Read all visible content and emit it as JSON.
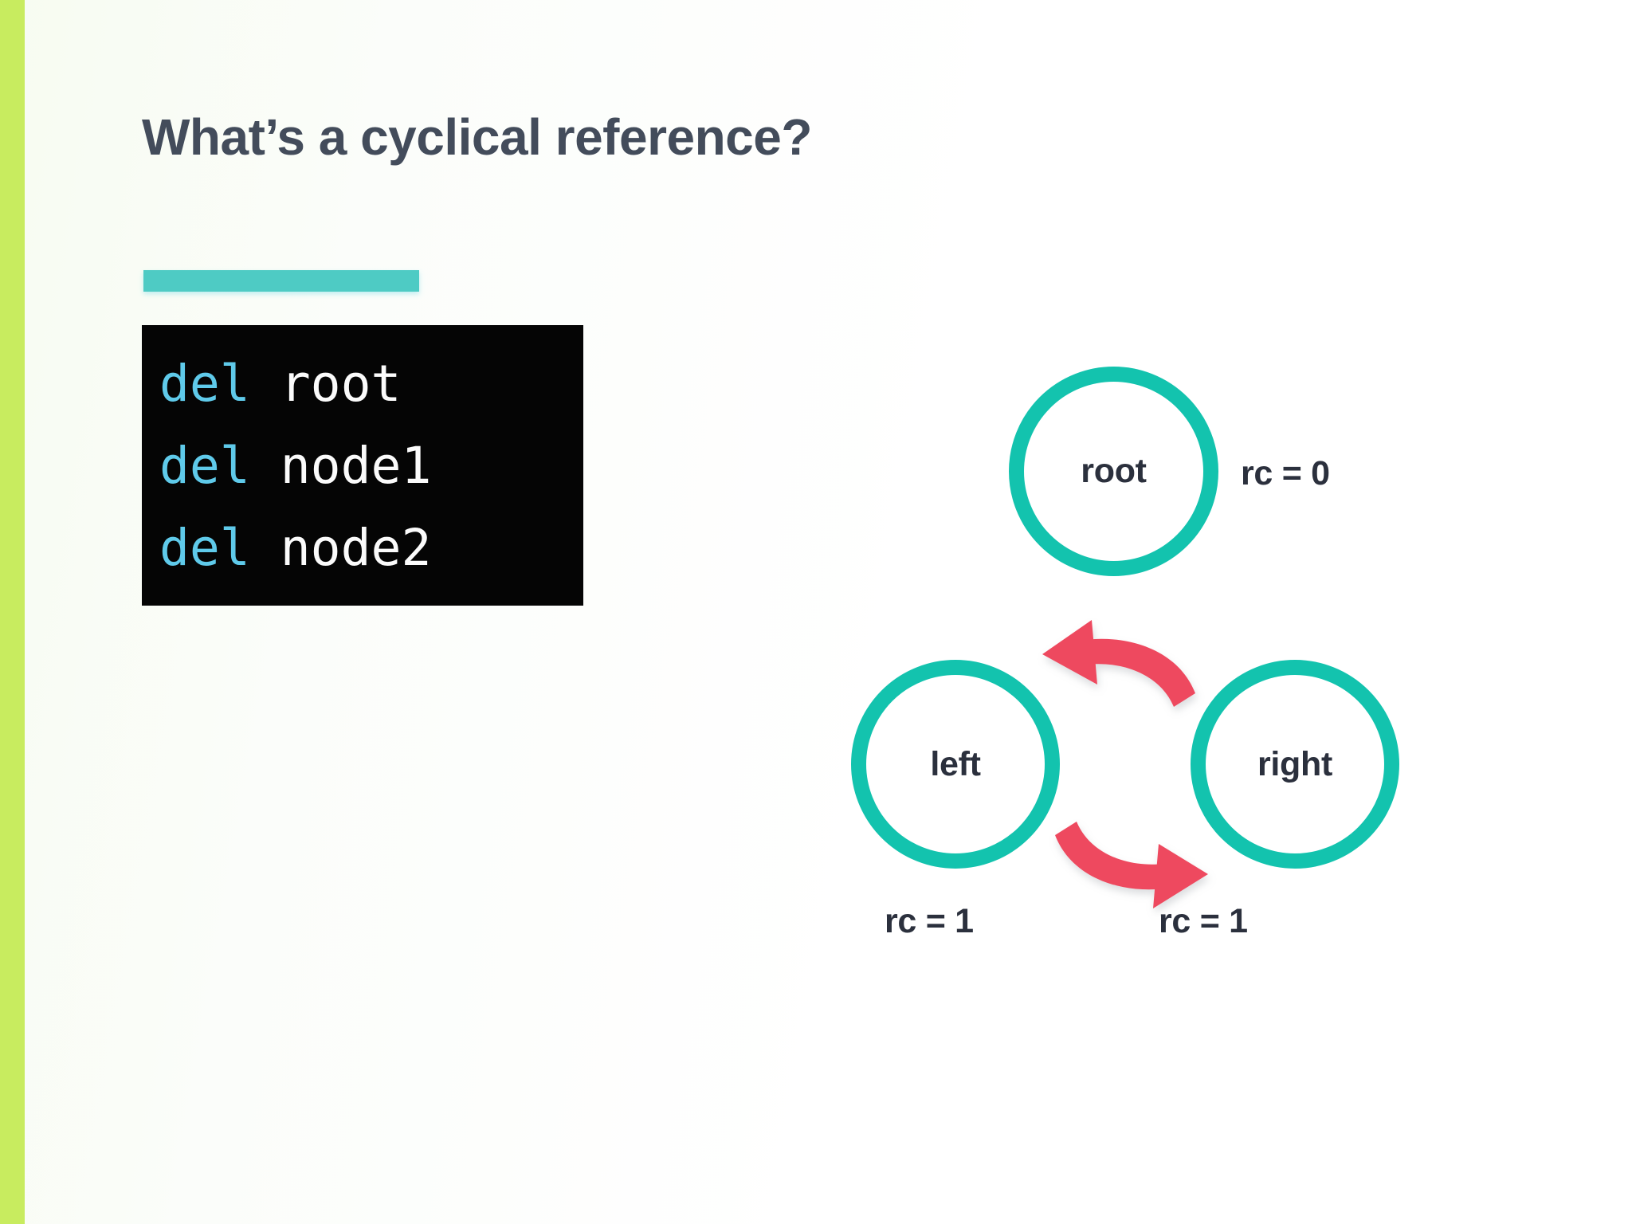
{
  "slide": {
    "title": "What’s a cyclical reference?",
    "accent_bar_color": "#4ecbc4",
    "edge_bar_color": "#c8ec5f",
    "background_color": "#ffffff",
    "title_color": "#434c5b"
  },
  "code": {
    "background_color": "#050505",
    "keyword_color": "#5fcaea",
    "text_color": "#fbfbfb",
    "lines": [
      {
        "keyword": "del",
        "argument": " root"
      },
      {
        "keyword": "del",
        "argument": " node1"
      },
      {
        "keyword": "del",
        "argument": " node2"
      }
    ]
  },
  "diagram": {
    "node_ring_color": "#13c3ae",
    "node_label_color": "#2b303d",
    "arrow_color": "#ee4a5f",
    "nodes": [
      {
        "id": "root",
        "label": "root",
        "refcount_label": "rc = 0"
      },
      {
        "id": "left",
        "label": "left",
        "refcount_label": "rc = 1"
      },
      {
        "id": "right",
        "label": "right",
        "refcount_label": "rc = 1"
      }
    ],
    "edges": [
      {
        "from": "right",
        "to": "left",
        "direction": "leftward"
      },
      {
        "from": "left",
        "to": "right",
        "direction": "rightward"
      }
    ]
  }
}
